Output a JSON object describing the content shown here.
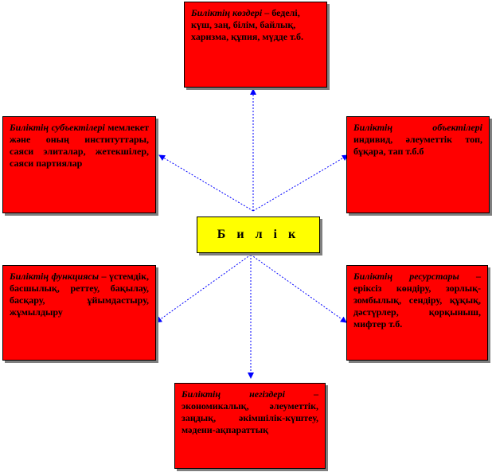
{
  "center": {
    "label": "Б и л і к"
  },
  "boxes": {
    "top": {
      "title": "Биліктің көздері",
      "text": " – беделі, күш,  заң, білім, байлық, харизма, құпия, мүдде т.б."
    },
    "left": {
      "title": "Биліктің субъектілері",
      "text": " мемлекет және оның институттары, саяси элиталар, жетекшілер, саяси партиялар"
    },
    "right": {
      "title": "Биліктің объектілері",
      "text": " индивид, әлеуметтік топ, бұқара, тап т.б.б"
    },
    "bottom_left": {
      "title": "Биліктің функциясы",
      "text": " – үстемдік, басшылық, реттеу, бақылау, басқару, ұйымдастыру, жұмылдыру"
    },
    "bottom_right": {
      "title": "Биліктің ресурстары",
      "text": " – еріксіз көндіру, зорлық-зомбылық, сендіру, құқық, дәстүрлер, қорқыныш, мифтер т.б."
    },
    "bottom": {
      "title": "Биліктің негіздері",
      "text": " – экономикалық, әлеуметтік, заңдық, әкімшілік-күштеу, мәдени-ақпараттық"
    }
  },
  "colors": {
    "box_fill": "#ff0000",
    "center_fill": "#ffff00",
    "arrow": "#0000ff"
  }
}
